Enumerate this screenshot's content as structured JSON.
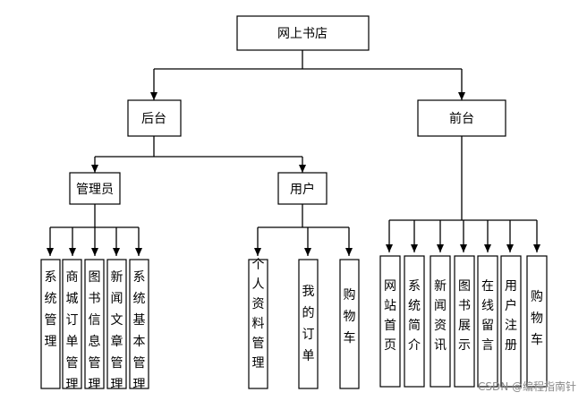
{
  "root": "网上书店",
  "backend": "后台",
  "frontend": "前台",
  "admin": "管理员",
  "user": "用户",
  "admin_items": [
    "系统管理",
    "商城订单管理",
    "图书信息管理",
    "新闻文章管理",
    "系统基本管理"
  ],
  "user_items": [
    "个人资料管理",
    "我的订单",
    "购物车"
  ],
  "front_items": [
    "网站首页",
    "系统简介",
    "新闻资讯",
    "图书展示",
    "在线留言",
    "用户注册",
    "购物车"
  ],
  "watermark": "CSDN @编程指南针"
}
